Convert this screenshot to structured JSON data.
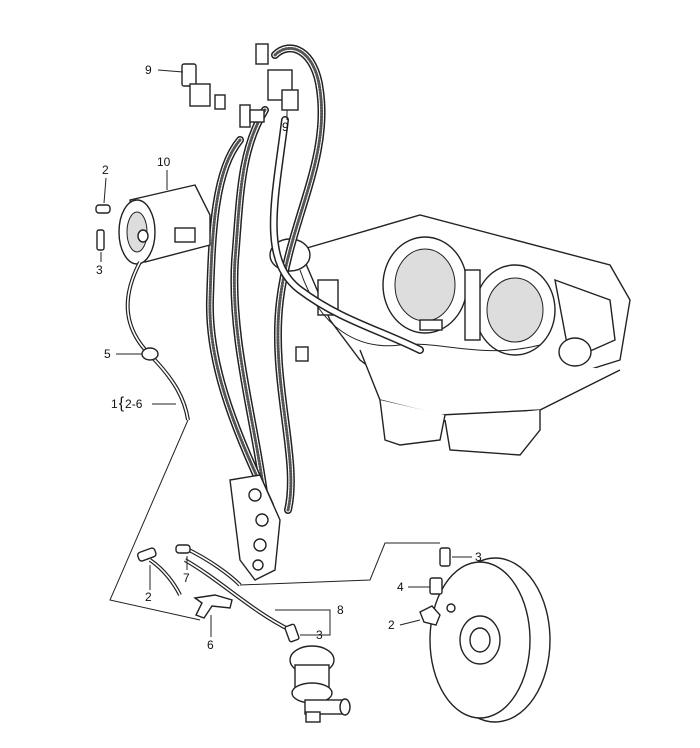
{
  "diagram": {
    "type": "exploded parts diagram",
    "callouts": [
      {
        "id": "c9a",
        "text": "9"
      },
      {
        "id": "c10",
        "text": "10"
      },
      {
        "id": "c2a",
        "text": "2"
      },
      {
        "id": "c3a",
        "text": "3"
      },
      {
        "id": "c9b",
        "text": "9"
      },
      {
        "id": "c5",
        "text": "5"
      },
      {
        "id": "c1",
        "text": "1"
      },
      {
        "id": "c1range",
        "text": "2-6"
      },
      {
        "id": "c7",
        "text": "7"
      },
      {
        "id": "c2b",
        "text": "2"
      },
      {
        "id": "c6",
        "text": "6"
      },
      {
        "id": "c8",
        "text": "8"
      },
      {
        "id": "c3b",
        "text": "3"
      },
      {
        "id": "c3c",
        "text": "3"
      },
      {
        "id": "c4",
        "text": "4"
      },
      {
        "id": "c2c",
        "text": "2"
      }
    ]
  }
}
